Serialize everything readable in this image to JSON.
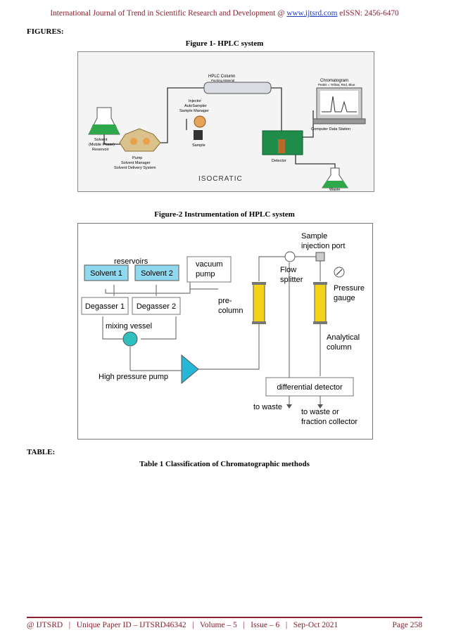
{
  "header": {
    "prefix": "International Journal of Trend in Scientific Research and Development @ ",
    "link": "www.ijtsrd.com",
    "suffix": " eISSN: 2456-6470"
  },
  "figures_label": "FIGURES:",
  "figure1": {
    "caption": "Figure 1- HPLC system",
    "labels": {
      "hplc_column": "HPLC Column",
      "packing_material": "Packing Material",
      "injector_1": "Injector",
      "injector_2": "AutoSampler",
      "injector_3": "Sample Manager",
      "chromatogram": "Chromatogram",
      "chromatogram_sub": "Peaks = Yellow, Red, Blue",
      "computer": "Computer Data Station",
      "solvent_1": "Solvent",
      "solvent_2": "(Mobile Phase)",
      "solvent_3": "Reservoir",
      "pump_1": "Pump",
      "pump_2": "Solvent Manager",
      "pump_3": "Solvent Delivery System",
      "sample": "Sample",
      "detector": "Detector",
      "waste": "Waste",
      "isocratic": "ISOCRATIC"
    }
  },
  "figure2": {
    "caption": "Figure-2 Instrumentation of HPLC system",
    "labels": {
      "reservoirs": "reservoirs",
      "solvent1": "Solvent 1",
      "solvent2": "Solvent 2",
      "vacuum_1": "vacuum",
      "vacuum_2": "pump",
      "degasser1": "Degasser 1",
      "degasser2": "Degasser 2",
      "mixing_vessel": "mixing vessel",
      "high_pressure_pump": "High pressure pump",
      "precolumn_1": "pre-",
      "precolumn_2": "column",
      "sample_1": "Sample",
      "sample_2": "injection port",
      "flow_1": "Flow",
      "flow_2": "splitter",
      "pressure_1": "Pressure",
      "pressure_2": "gauge",
      "analytical_1": "Analytical",
      "analytical_2": "column",
      "differential_detector": "differential detector",
      "to_waste": "to waste",
      "to_waste_or_1": "to waste or",
      "to_waste_or_2": "fraction collector"
    }
  },
  "table_label": "TABLE:",
  "table1_caption": "Table 1 Classification of Chromatographic methods",
  "footer": {
    "left": "@ IJTSRD   |   Unique Paper ID – IJTSRD46342   |   Volume – 5   |   Issue – 6   |   Sep-Oct 2021",
    "right": "Page 258"
  }
}
